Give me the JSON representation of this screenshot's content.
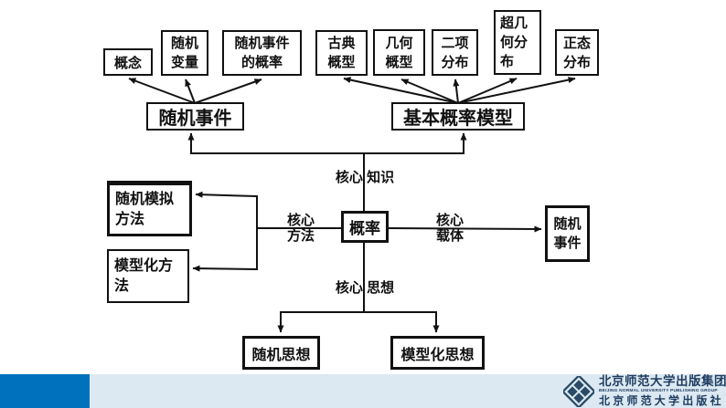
{
  "diagram": {
    "nodes": {
      "gainian": "概念",
      "suiji_bianliang": "随机\n变量",
      "suiji_shijian_gailv": "随机事件\n的概率",
      "gudian_gaixing": "古典\n概型",
      "jihe_gaixing": "几何\n概型",
      "erxiang_fenbu": "二项\n分布",
      "chao_jihe_fenbu": "超几\n何分\n布",
      "zhengtai_fenbu": "正态\n分布",
      "suiji_shijian": "随机事件",
      "jiben_gailv_moxing": "基本概率模型",
      "gailv": "概率",
      "suiji_moni_fangfa": "随机模拟\n方法",
      "moxinghua_fangfa": "模型化方\n法",
      "suiji_shijian_right": "随机\n事件",
      "suiji_sixiang": "随机思想",
      "moxinghua_sixiang": "模型化思想"
    },
    "edge_labels": {
      "hexin_zhishi": "核心 知识",
      "hexin_fangfa": "核心\n方法",
      "hexin_zaiti": "核心\n载体",
      "hexin_sixiang": "核心 思想"
    },
    "edges": [
      {
        "from": "随机事件",
        "to": "概念"
      },
      {
        "from": "随机事件",
        "to": "随机变量"
      },
      {
        "from": "随机事件",
        "to": "随机事件的概率"
      },
      {
        "from": "基本概率模型",
        "to": "古典概型"
      },
      {
        "from": "基本概率模型",
        "to": "几何概型"
      },
      {
        "from": "基本概率模型",
        "to": "二项分布"
      },
      {
        "from": "基本概率模型",
        "to": "超几何分布"
      },
      {
        "from": "基本概率模型",
        "to": "正态分布"
      },
      {
        "from": "概率",
        "to": "随机事件",
        "label": "核心知识"
      },
      {
        "from": "概率",
        "to": "基本概率模型",
        "label": "核心知识"
      },
      {
        "from": "概率",
        "to": "随机模拟方法",
        "label": "核心方法"
      },
      {
        "from": "概率",
        "to": "模型化方法",
        "label": "核心方法"
      },
      {
        "from": "概率",
        "to": "随机事件(右)",
        "label": "核心载体"
      },
      {
        "from": "概率",
        "to": "随机思想",
        "label": "核心思想"
      },
      {
        "from": "概率",
        "to": "模型化思想",
        "label": "核心思想"
      }
    ],
    "line_color": "#111111"
  },
  "footer": {
    "accent_color": "#0071bc",
    "band_color": "#dce9f2",
    "logo_color": "#2a4a66",
    "publisher_cn": "北京师范大学出版集团",
    "publisher_en": "BEIJING NORMAL UNIVERSITY PUBLISHING GROUP",
    "press_cn": "北京师范大学出版社"
  }
}
